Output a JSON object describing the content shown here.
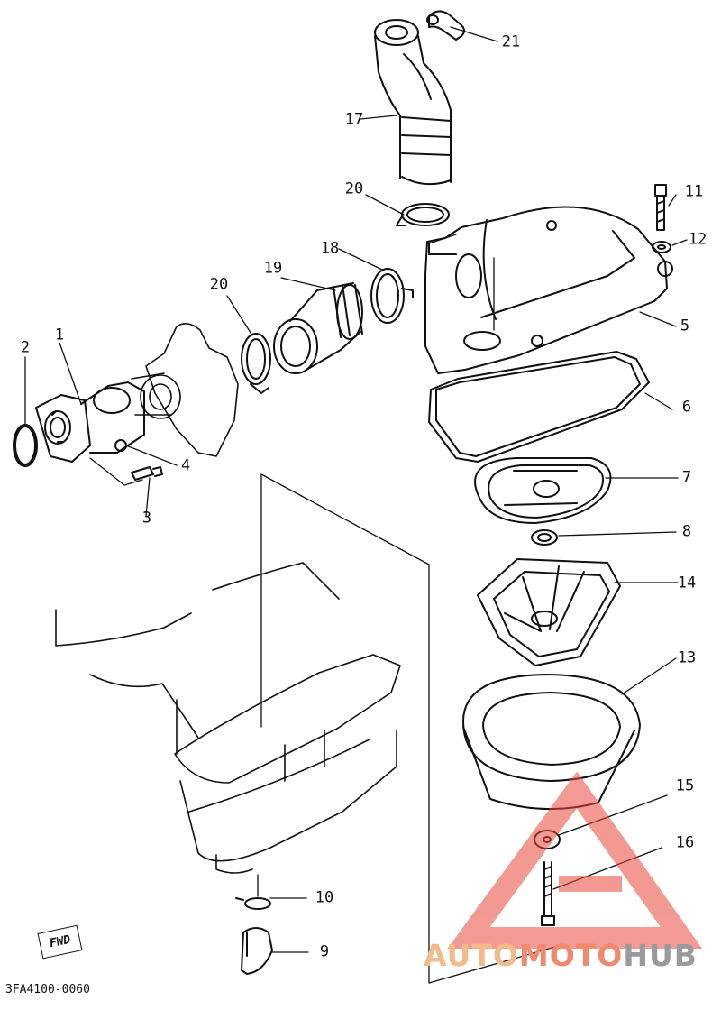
{
  "parts": [
    {
      "id": "part-1",
      "label": "1"
    },
    {
      "id": "part-2",
      "label": "2"
    },
    {
      "id": "part-3",
      "label": "3"
    },
    {
      "id": "part-4",
      "label": "4"
    },
    {
      "id": "part-5",
      "label": "5"
    },
    {
      "id": "part-6",
      "label": "6"
    },
    {
      "id": "part-7",
      "label": "7"
    },
    {
      "id": "part-8",
      "label": "8"
    },
    {
      "id": "part-9",
      "label": "9"
    },
    {
      "id": "part-10",
      "label": "10"
    },
    {
      "id": "part-11",
      "label": "11"
    },
    {
      "id": "part-12",
      "label": "12"
    },
    {
      "id": "part-13",
      "label": "13"
    },
    {
      "id": "part-14",
      "label": "14"
    },
    {
      "id": "part-15",
      "label": "15"
    },
    {
      "id": "part-16",
      "label": "16"
    },
    {
      "id": "part-17",
      "label": "17"
    },
    {
      "id": "part-18",
      "label": "18"
    },
    {
      "id": "part-19",
      "label": "19"
    },
    {
      "id": "part-20a",
      "label": "20"
    },
    {
      "id": "part-20b",
      "label": "20"
    },
    {
      "id": "part-21",
      "label": "21"
    }
  ],
  "fwd_label": "FWD",
  "diagram_code": "3FA4100-0060",
  "watermark": {
    "part1": "AUTO",
    "part2": "MOTO",
    "part3": "HUB"
  },
  "colors": {
    "line": "#111111",
    "watermark_red": "#e8473a",
    "watermark_orange": "#f2bc8a",
    "watermark_gray": "#9a9a9a"
  }
}
